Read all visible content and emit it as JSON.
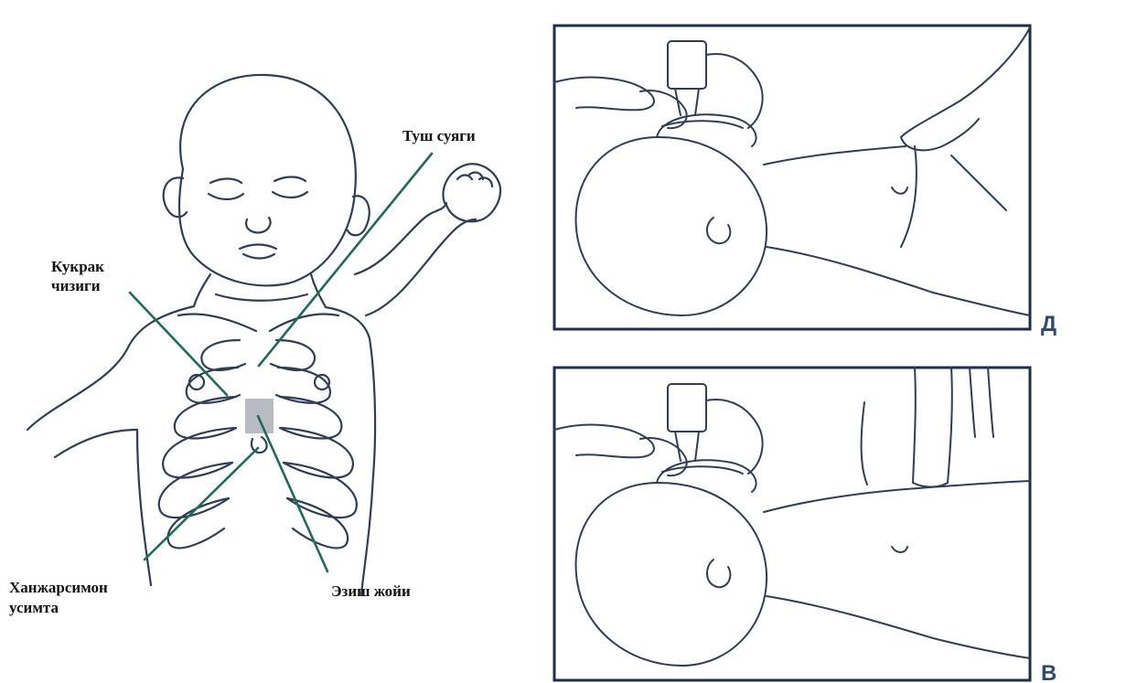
{
  "colors": {
    "ink": "#2f3e58",
    "leader_line": "#1f6b5a",
    "compression_area": "#b9bbc2",
    "panel_border": "#1c2f52",
    "panel_letter": "#2e4a73"
  },
  "labels": {
    "sternum": "Туш суяги",
    "nipple_line_1": "Кукрак",
    "nipple_line_2": "чизиги",
    "xiphoid_1": "Ханжарсимон",
    "xiphoid_2": "усимта",
    "compression_site": "Эзиш жойи"
  },
  "panels": [
    {
      "letter": "Д",
      "technique": "two-finger chest compression with bag-mask ventilation"
    },
    {
      "letter": "В",
      "technique": "two-thumb / hand chest compression with bag-mask ventilation"
    }
  ]
}
